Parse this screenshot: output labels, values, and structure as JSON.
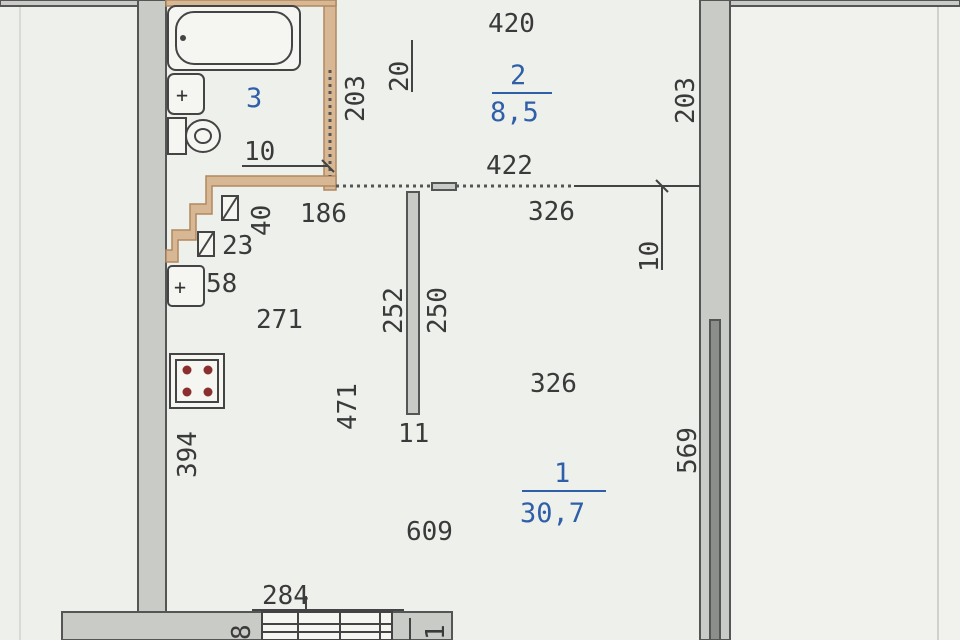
{
  "rooms": [
    {
      "id": "1",
      "number": "1",
      "area": "30,7"
    },
    {
      "id": "2",
      "number": "2",
      "area": "8,5"
    },
    {
      "id": "3",
      "number": "3",
      "area": ""
    }
  ],
  "dimensions": {
    "d420": "420",
    "d20": "20",
    "d203_left": "203",
    "d203_right": "203",
    "d10_top": "10",
    "d422": "422",
    "d186": "186",
    "d326_top": "326",
    "d40": "40",
    "d23": "23",
    "d10_right": "10",
    "d58": "58",
    "d271": "271",
    "d252": "252",
    "d250": "250",
    "d326_mid": "326",
    "d471": "471",
    "d11": "11",
    "d394": "394",
    "d569": "569",
    "d609": "609",
    "d284": "284",
    "d8": "8",
    "d1": "1"
  }
}
